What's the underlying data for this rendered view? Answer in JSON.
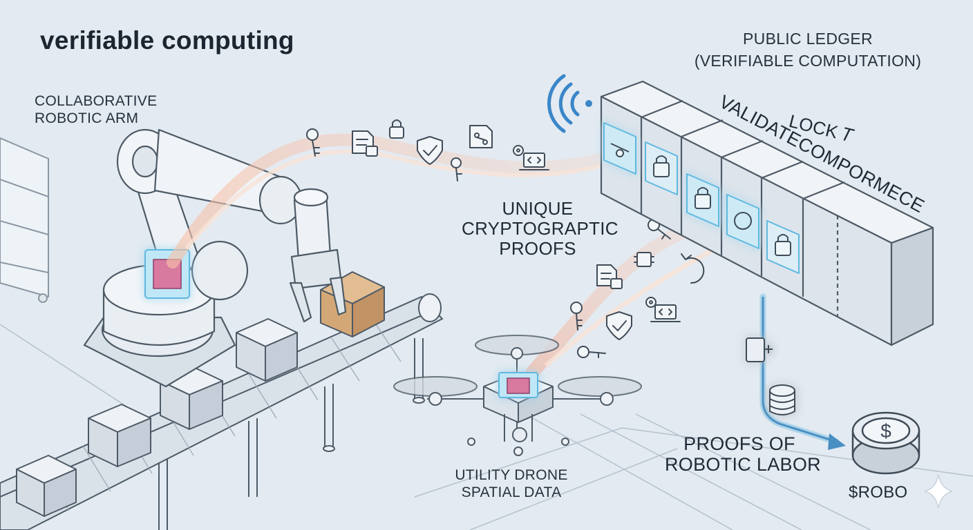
{
  "title": "verifiable computing",
  "labels": {
    "robotic_arm": [
      "COLLABORATIVE",
      "ROBOTIC ARM"
    ],
    "public_ledger": [
      "PUBLIC LEDGER",
      "(VERIFIABLE COMPUTATION)"
    ],
    "ledger_top_text": "LOCK 𝛵",
    "ledger_side_text": "VALIDATECOMPORMECE",
    "cryptographic_proofs": [
      "UNIQUE",
      "CRYPTOGRAPTIC",
      "PROOFS"
    ],
    "drone": [
      "UTILITY DRONE",
      "SPATIAL DATA"
    ],
    "proofs_of_labor": [
      "PROOFS OF",
      "ROBOTIC LABOR"
    ],
    "token": "$ROBO"
  },
  "icons": [
    "key-icon",
    "document-lock-icon",
    "padlock-icon",
    "shield-check-icon",
    "flowchart-icon",
    "laptop-code-icon",
    "gear-icon",
    "chip-icon",
    "refresh-icon",
    "wifi-icon",
    "database-icon",
    "coin-icon",
    "sparkle-icon"
  ],
  "colors": {
    "background": "#e3eaf1",
    "line": "#4d5a66",
    "machine_fill": "#eef2f6",
    "box_fill": "#d6dde5",
    "cardboard": "#d4a876",
    "stream": "#f0b49a",
    "glow": "#8fd6f0",
    "chip": "#d87aa0",
    "accent": "#3a86c8"
  }
}
